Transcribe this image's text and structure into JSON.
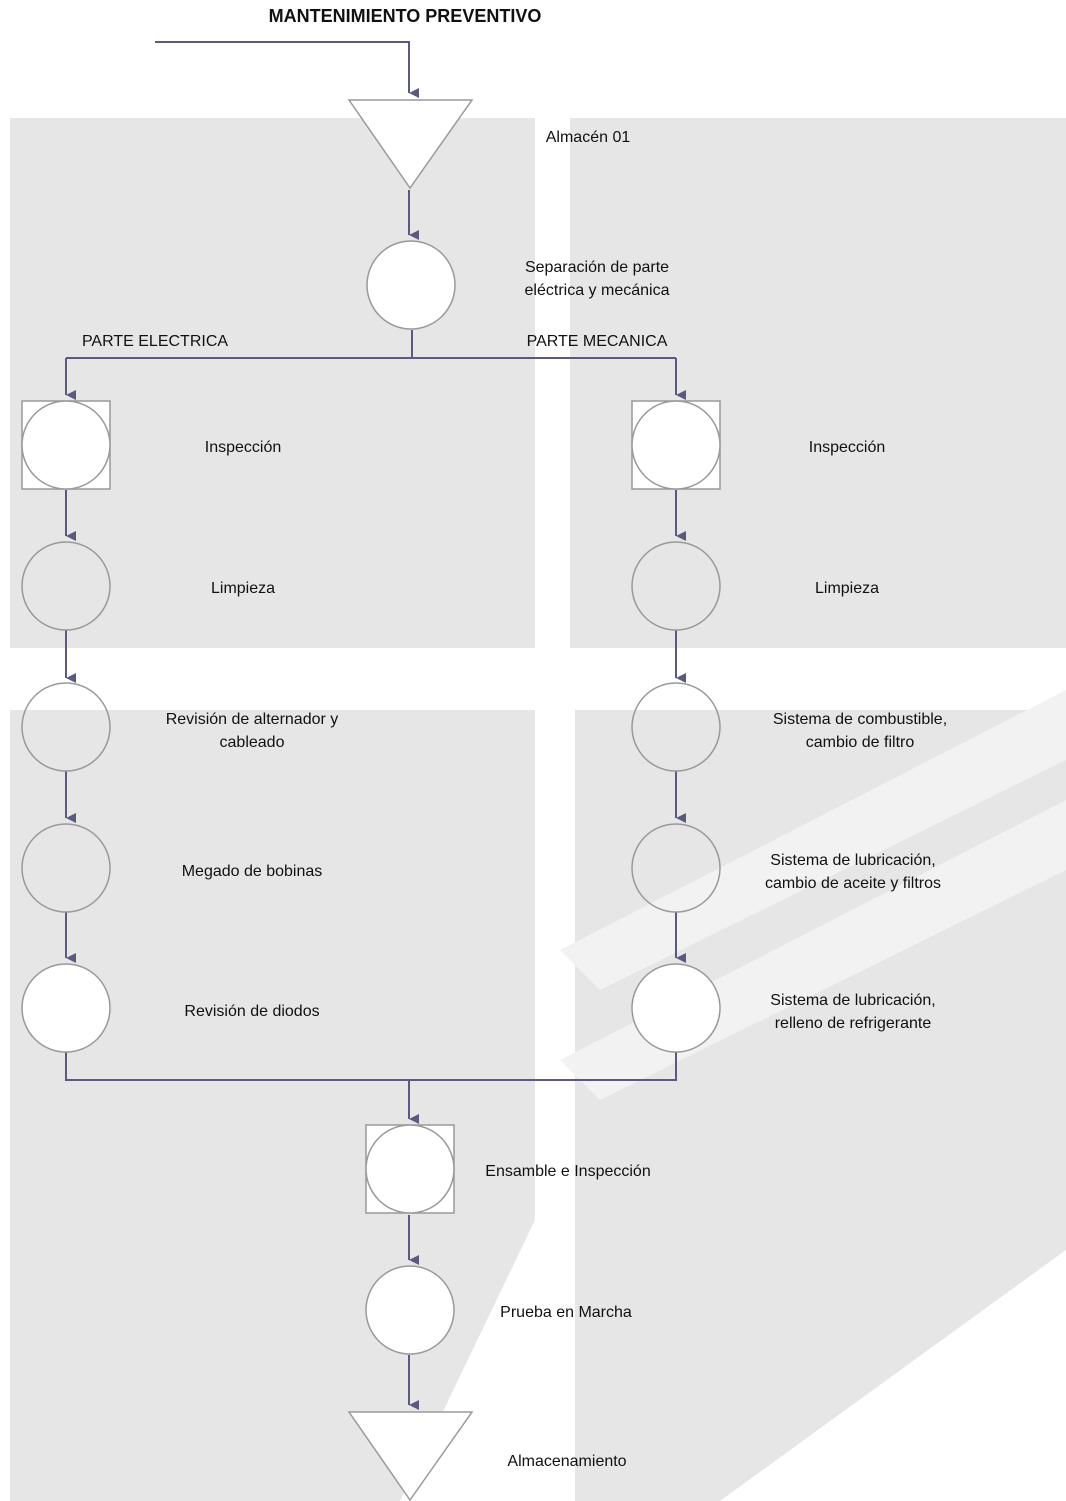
{
  "title": "MANTENIMIENTO PREVENTIVO",
  "branches": {
    "left": "PARTE ELECTRICA",
    "right": "PARTE MECANICA"
  },
  "steps": {
    "almacen01": "Almacén 01",
    "separacion": [
      "Separación de parte",
      "eléctrica y mecánica"
    ],
    "left": {
      "inspeccion": "Inspección",
      "limpieza": "Limpieza",
      "revision_alt": [
        "Revisión de alternador y",
        "cableado"
      ],
      "megado": "Megado de bobinas",
      "diodos": "Revisión de diodos"
    },
    "right": {
      "inspeccion": "Inspección",
      "limpieza": "Limpieza",
      "combustible": [
        "Sistema de combustible,",
        "cambio de filtro"
      ],
      "lubricacion": [
        "Sistema de lubricación,",
        "cambio de aceite y filtros"
      ],
      "refrigerante": [
        "Sistema de lubricación,",
        "relleno de refrigerante"
      ]
    },
    "ensamble": "Ensamble e Inspección",
    "prueba": "Prueba en Marcha",
    "almacenamiento": "Almacenamiento"
  },
  "colors": {
    "connector": "#5a5a80",
    "shape_outline": "#999999",
    "watermark": "#e6e6e6"
  }
}
